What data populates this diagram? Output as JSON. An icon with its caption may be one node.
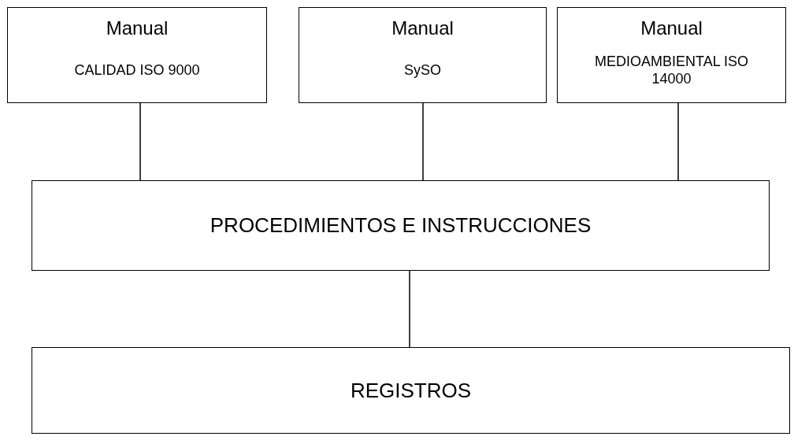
{
  "diagram": {
    "nodes": [
      {
        "text": [
          "Manual",
          "CALIDAD ISO 9000"
        ]
      },
      {
        "text": [
          "Manual",
          "SySO"
        ]
      },
      {
        "text": [
          "Manual",
          "MEDIOAMBIENTAL ISO 14000"
        ]
      },
      {
        "text": [
          "PROCEDIMIENTOS E INSTRUCCIONES"
        ]
      },
      {
        "text": [
          "REGISTROS"
        ]
      }
    ],
    "edges": [
      {
        "from": 0,
        "to": 3,
        "arrow": "none"
      },
      {
        "from": 1,
        "to": 3,
        "arrow": "none"
      },
      {
        "from": 2,
        "to": 3,
        "arrow": "none"
      },
      {
        "from": 3,
        "to": 4,
        "arrow": "none"
      }
    ]
  }
}
